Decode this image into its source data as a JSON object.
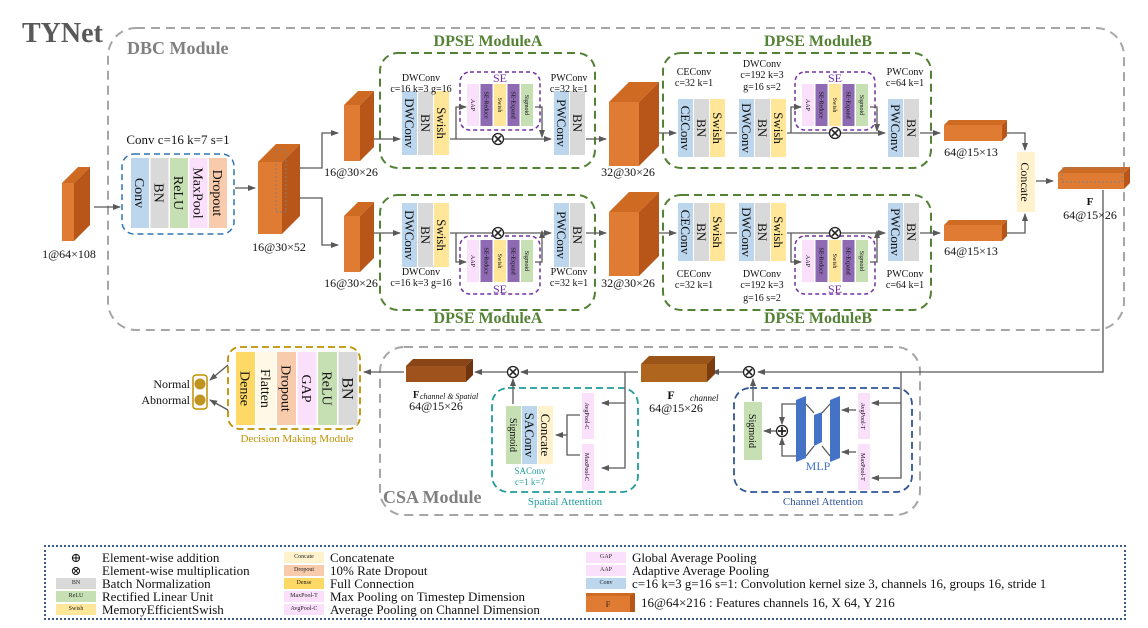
{
  "title": "TYNet",
  "colors": {
    "feature": "#e07b33",
    "feature_dark": "#b8561a",
    "feature_top": "#cf6a22",
    "feature_alt": "#a85a22",
    "conv": "#bcd6ee",
    "bn": "#d9d9d9",
    "relu": "#c6e0b4",
    "pool": "#fbe0fb",
    "dropout": "#f8cbad",
    "swish": "#ffe699",
    "concat": "#fff2cc",
    "dense": "#ffd966",
    "flatten": "#fff8e5",
    "se_purple": "#8e6ab3",
    "se_border": "#7030a0",
    "dpse_border": "#548235",
    "dpse_title": "#548235",
    "module_border": "#a6a6a6",
    "module_title": "#808080",
    "spatial_border": "#1f9b9b",
    "channel_border": "#2f5597",
    "decision_border": "#bf9000",
    "mlp": "#4472c4",
    "line": "#595959"
  },
  "dbc": {
    "title": "DBC Module",
    "input_label": "1@64×108",
    "conv_block_label": "Conv c=16 k=7 s=1",
    "conv_block_layers": [
      "Conv",
      "BN",
      "ReLU",
      "MaxPool",
      "Dropout"
    ],
    "after_conv_label": "16@30×52",
    "branch_top_label": "16@30×26",
    "branch_bottom_label": "16@30×26",
    "concat_label": "Concate",
    "out_top_label": "64@15×13",
    "out_bottom_label": "64@15×13",
    "f_label": "F",
    "f_dims": "64@15×26"
  },
  "dpse_a": {
    "title": "DPSE ModuleA",
    "dwconv_label_1": "DWConv",
    "dwconv_label_2": "c=16 k=3 g=16",
    "layers_pre": [
      "DWConv",
      "BN",
      "Swish"
    ],
    "se_title": "SE",
    "se_layers": [
      "AAP",
      "SE-Reduce",
      "Swish",
      "SE-Expand",
      "Sigmoid"
    ],
    "pwconv_label_1": "PWConv",
    "pwconv_label_2": "c=32 k=1",
    "layers_post": [
      "PWConv",
      "BN"
    ],
    "out_label": "32@30×26"
  },
  "dpse_b": {
    "title": "DPSE ModuleB",
    "ceconv_label_1": "CEConv",
    "ceconv_label_2": "c=32 k=1",
    "layers_ce": [
      "CEConv",
      "BN",
      "Swish"
    ],
    "dwconv_label_1": "DWConv",
    "dwconv_label_2": "c=192 k=3",
    "dwconv_label_3": "g=16 s=2",
    "layers_dw": [
      "DWConv",
      "BN",
      "Swish"
    ],
    "se_title": "SE",
    "se_layers": [
      "AAP",
      "SE-Reduce",
      "Swish",
      "SE-Expand",
      "Sigmoid"
    ],
    "pwconv_label_1": "PWConv",
    "pwconv_label_2": "c=64 k=1",
    "layers_post": [
      "PWConv",
      "BN"
    ]
  },
  "csa": {
    "title": "CSA Module",
    "f_channel": "F",
    "f_channel_sub": "channel",
    "f_channel_dims": "64@15×26",
    "f_cs": "F",
    "f_cs_sub": "channel & Spatial",
    "f_cs_dims": "64@15×26",
    "spatial_title": "Spatial Attention",
    "spatial_layers": [
      "Sigmoid",
      "SAConv",
      "Concate"
    ],
    "spatial_pools": [
      "AvgPool-C",
      "MaxPool-C"
    ],
    "saconv_label_1": "SAConv",
    "saconv_label_2": "c=1 k=7",
    "channel_title": "Channel Attention",
    "channel_sigmoid": "Sigmoid",
    "mlp_label": "MLP",
    "channel_pools": [
      "AvgPool-T",
      "MaxPool-T"
    ]
  },
  "decision": {
    "title": "Decision Making Module",
    "layers": [
      "Dense",
      "Flatten",
      "Dropout",
      "GAP",
      "ReLU",
      "BN"
    ],
    "outputs": [
      "Normal",
      "Abnormal"
    ]
  },
  "legend": {
    "items": [
      {
        "swatch": "⊕",
        "kind": "symbol",
        "text": "Element-wise addition"
      },
      {
        "swatch": "⊗",
        "kind": "symbol",
        "text": "Element-wise multiplication"
      },
      {
        "swatch": "BN",
        "kind": "bn",
        "text": "Batch Normalization"
      },
      {
        "swatch": "ReLU",
        "kind": "relu",
        "text": "Rectified Linear Unit"
      },
      {
        "swatch": "Swish",
        "kind": "swish",
        "text": "MemoryEfficientSwish"
      },
      {
        "swatch": "Concate",
        "kind": "concat",
        "text": "Concatenate"
      },
      {
        "swatch": "Dropout",
        "kind": "dropout",
        "text": "10% Rate Dropout"
      },
      {
        "swatch": "Dense",
        "kind": "dense",
        "text": "Full Connection"
      },
      {
        "swatch": "MaxPool-T",
        "kind": "pool",
        "text": "Max Pooling on Timestep Dimension"
      },
      {
        "swatch": "AvgPool-C",
        "kind": "pool",
        "text": "Average Pooling on Channel Dimension"
      },
      {
        "swatch": "GAP",
        "kind": "pool",
        "text": "Global Average Pooling"
      },
      {
        "swatch": "AAP",
        "kind": "pool",
        "text": "Adaptive Average Pooling"
      },
      {
        "swatch": "Conv",
        "kind": "conv",
        "text": "c=16 k=3 g=16 s=1:  Convolution kernel size 3, channels 16, groups 16, stride 1"
      },
      {
        "swatch": "F",
        "kind": "feature",
        "text": "16@64×216 :  Features channels 16, X 64, Y 216"
      }
    ]
  }
}
